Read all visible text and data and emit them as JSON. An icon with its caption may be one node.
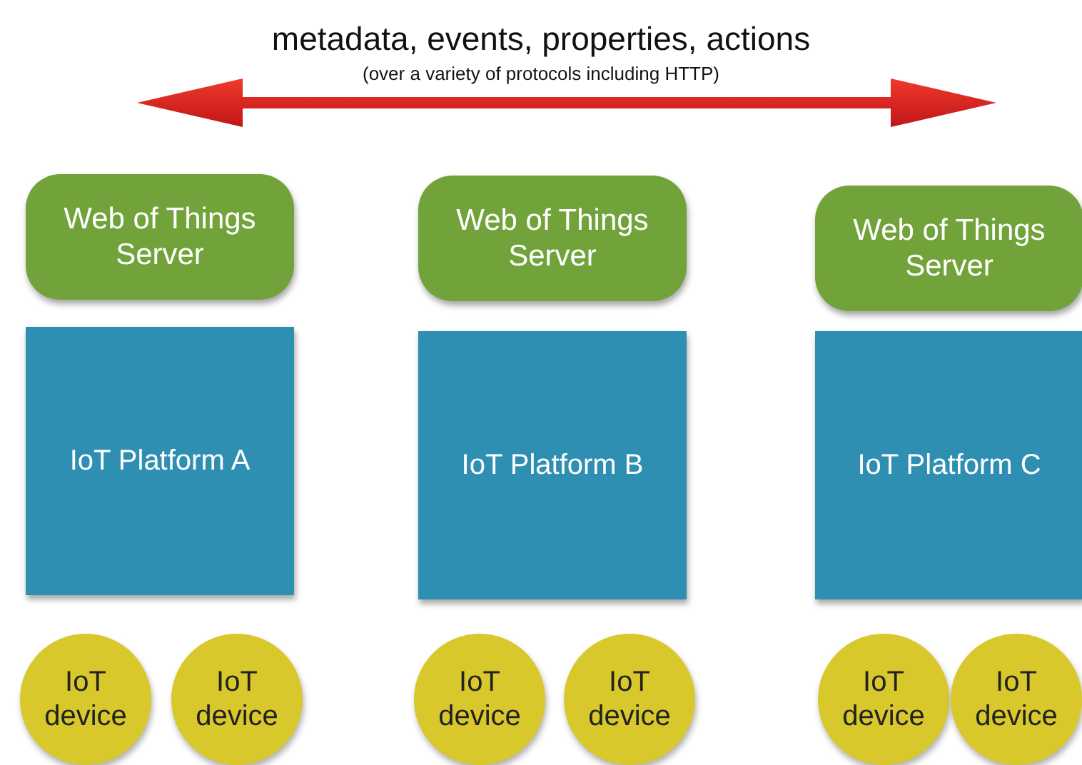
{
  "diagram": {
    "nodes": [
      {
        "text": [
          "Web of Things Server"
        ]
      },
      {
        "text": [
          "Web of Things Server"
        ]
      },
      {
        "text": [
          "Web of Things Server"
        ]
      },
      {
        "text": [
          "IoT Platform A"
        ]
      },
      {
        "text": [
          "IoT Platform B"
        ]
      },
      {
        "text": [
          "IoT Platform C"
        ]
      },
      {
        "text": [
          "IoT device"
        ]
      },
      {
        "text": [
          "IoT device"
        ]
      },
      {
        "text": [
          "IoT device"
        ]
      },
      {
        "text": [
          "IoT device"
        ]
      },
      {
        "text": [
          "IoT device"
        ]
      },
      {
        "text": [
          "IoT device"
        ]
      }
    ],
    "labels": [
      "metadata, events, properties, actions",
      "(over a variety of protocols including HTTP)"
    ]
  }
}
